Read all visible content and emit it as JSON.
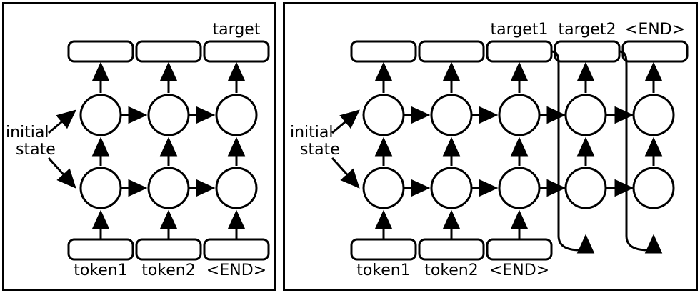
{
  "figure": {
    "title": "",
    "panels": [
      {
        "id": "encoder-panel",
        "name": "left-panel",
        "initial_state_label": {
          "line1": "initial",
          "line2": "state"
        },
        "output_boxes": [
          {
            "label": ""
          },
          {
            "label": ""
          },
          {
            "label": "target"
          }
        ],
        "input_boxes": [
          {
            "label": "token1"
          },
          {
            "label": "token2"
          },
          {
            "label": "<END>"
          }
        ],
        "columns": 3,
        "rows": 2,
        "feedback_loops": 0
      },
      {
        "id": "encoder-decoder-panel",
        "name": "right-panel",
        "initial_state_label": {
          "line1": "initial",
          "line2": "state"
        },
        "output_boxes": [
          {
            "label": ""
          },
          {
            "label": ""
          },
          {
            "label": "target1"
          },
          {
            "label": "target2"
          },
          {
            "label": "<END>"
          }
        ],
        "input_boxes": [
          {
            "label": "token1"
          },
          {
            "label": "token2"
          },
          {
            "label": "<END>"
          }
        ],
        "columns": 5,
        "rows": 2,
        "feedback_loops": 2
      }
    ]
  },
  "colors": {
    "stroke": "#000000",
    "background": "#ffffff",
    "panel_border": "#000000"
  }
}
